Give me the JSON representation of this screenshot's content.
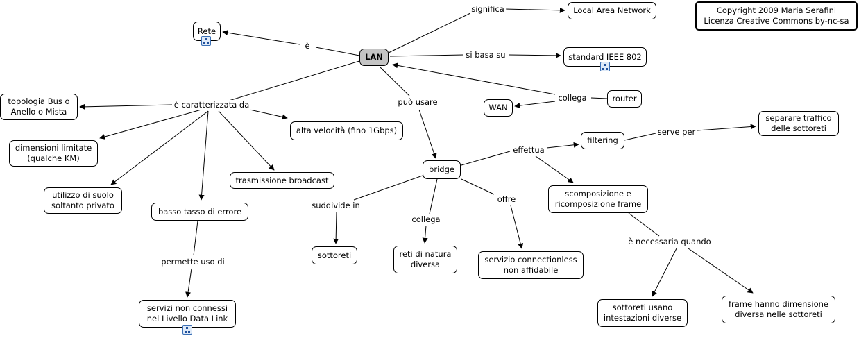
{
  "nodes": {
    "lan": "LAN",
    "rete": "Rete",
    "local_area_network": "Local Area Network",
    "standard_ieee": "standard IEEE 802",
    "copyright": "Copyright 2009 Maria Serafini\nLicenza Creative Commons by-nc-sa",
    "topologia": "topologia Bus o\nAnello o Mista",
    "alta_velocita": "alta velocità (fino 1Gbps)",
    "dimensioni": "dimensioni limitate\n(qualche KM)",
    "trasmissione": "trasmissione broadcast",
    "utilizzo": "utilizzo di suolo\nsoltanto privato",
    "basso_tasso": "basso tasso di errore",
    "servizi_non_connessi": "servizi non connessi\nnel Livello Data Link",
    "wan": "WAN",
    "router": "router",
    "separare": "separare traffico\ndelle sottoreti",
    "filtering": "filtering",
    "bridge": "bridge",
    "scomposizione": "scomposizione e\nricomposizione frame",
    "sottoreti": "sottoreti",
    "reti_natura": "reti di natura\ndiversa",
    "servizio_connectionless": "servizio connectionless\nnon affidabile",
    "sottoreti_usano": "sottoreti usano\nintestazioni diverse",
    "frame_hanno": "frame hanno dimensione\ndiversa nelle sottoreti"
  },
  "link_labels": {
    "significa": "significa",
    "e": "è",
    "si_basa_su": "si basa su",
    "caratterizzata": "è caratterizzata da",
    "puo_usare": "può usare",
    "collega_router": "collega",
    "serve_per": "serve per",
    "effettua": "effettua",
    "suddivide": "suddivide in",
    "collega_bridge": "collega",
    "offre": "offre",
    "necessaria": "è necessaria quando",
    "permette": "permette uso di"
  },
  "icons": [
    "cmap-link-icon"
  ],
  "colors": {
    "central_node": "#c4c4c4",
    "icon_border": "#3a6fb5"
  }
}
